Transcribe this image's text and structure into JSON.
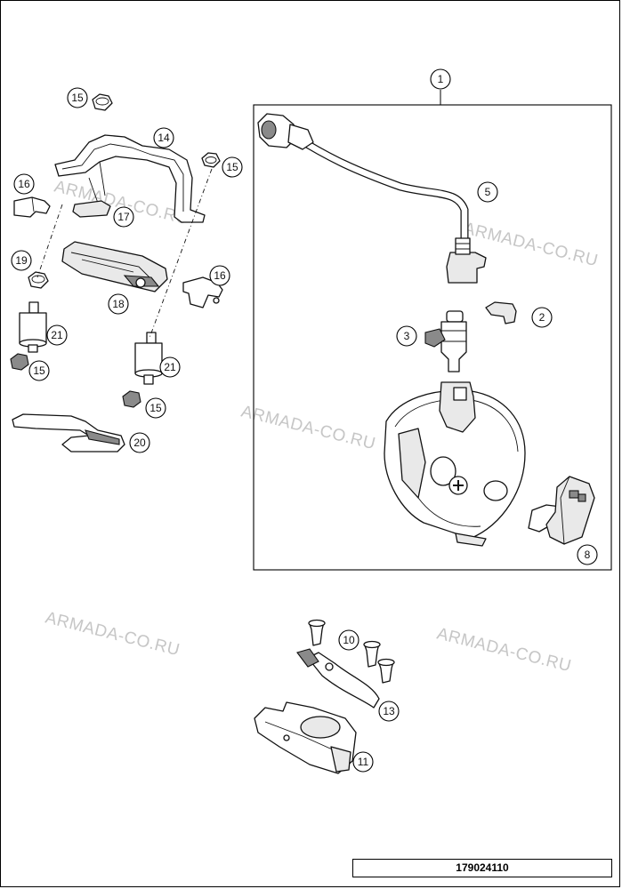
{
  "watermark": "ARMADA-CO.RU",
  "drawing_code": "179024110",
  "callouts": {
    "c1": "1",
    "c2": "2",
    "c3": "3",
    "c5": "5",
    "c8": "8",
    "c10": "10",
    "c11": "11",
    "c13": "13",
    "c14": "14",
    "c15a": "15",
    "c15b": "15",
    "c15c": "15",
    "c15d": "15",
    "c16a": "16",
    "c16b": "16",
    "c17": "17",
    "c18": "18",
    "c19": "19",
    "c20": "20",
    "c21a": "21",
    "c21b": "21"
  }
}
